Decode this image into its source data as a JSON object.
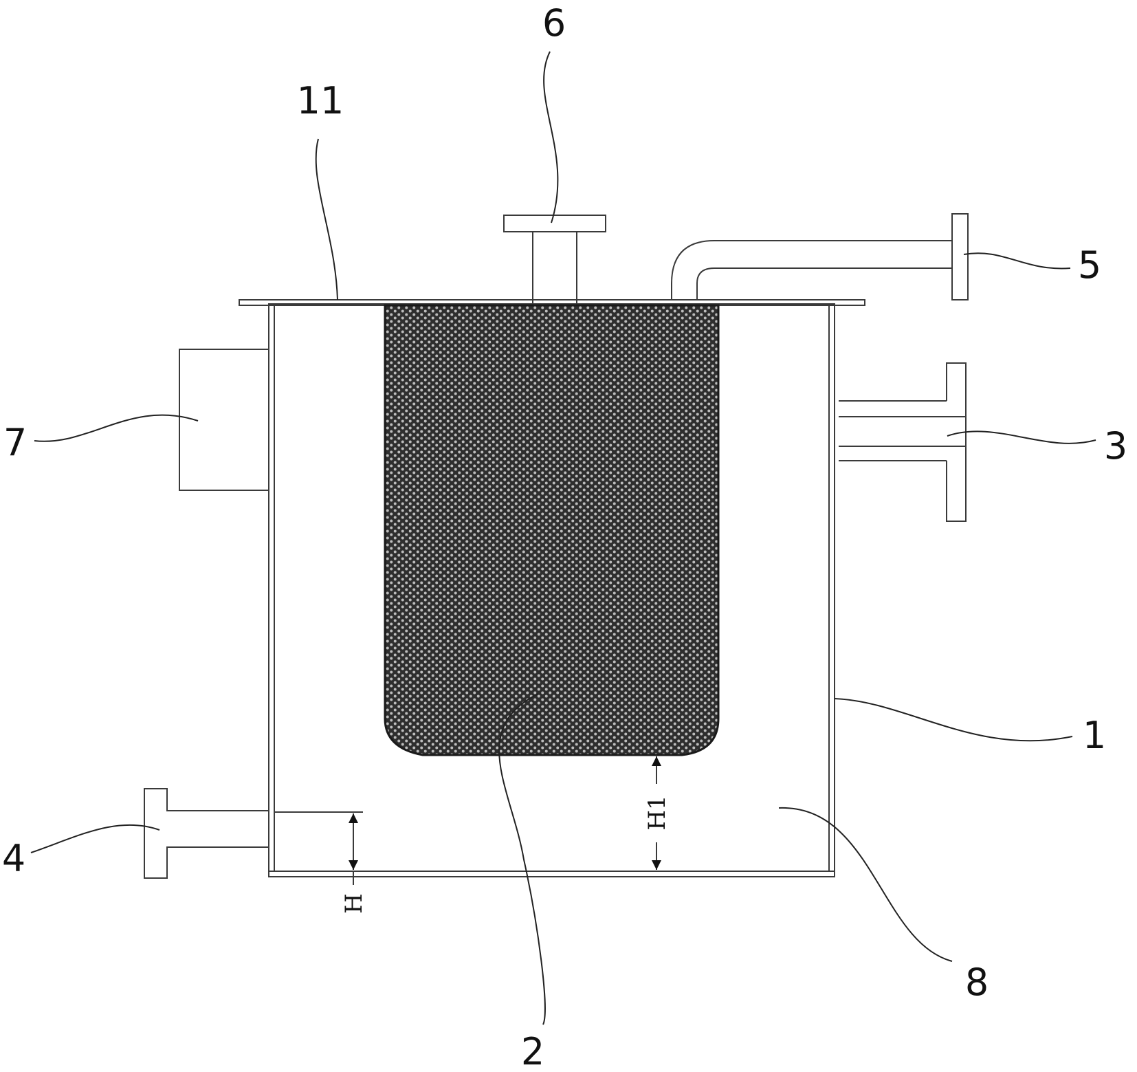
{
  "labels": {
    "l1": "1",
    "l2": "2",
    "l3": "3",
    "l4": "4",
    "l5": "5",
    "l6": "6",
    "l7": "7",
    "l8": "8",
    "l11": "11"
  },
  "dimensions": {
    "h": "H",
    "h1": "H1"
  },
  "colors": {
    "line": "#3a3a3a",
    "mesh": "#2a2a2a",
    "background": "#ffffff"
  }
}
